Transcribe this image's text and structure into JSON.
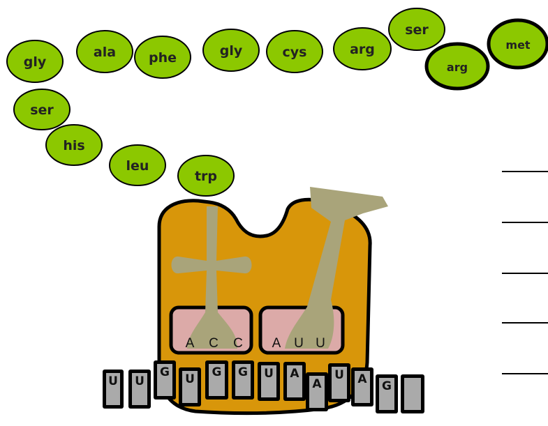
{
  "colors": {
    "amino_acid_fill": "#8cc800",
    "outline": "#000000",
    "ribosome": "#d8960a",
    "trna": "#a9a47a",
    "site": "#dcaaa8",
    "codon_box": "#aaaaaa"
  },
  "amino_acids": [
    {
      "label": "gly"
    },
    {
      "label": "ala"
    },
    {
      "label": "phe"
    },
    {
      "label": "gly"
    },
    {
      "label": "cys"
    },
    {
      "label": "arg"
    },
    {
      "label": "ser"
    },
    {
      "label": "arg"
    },
    {
      "label": "met"
    },
    {
      "label": "ser"
    },
    {
      "label": "his"
    },
    {
      "label": "leu"
    },
    {
      "label": "trp"
    }
  ],
  "trna_left": {
    "anticodon": [
      "A",
      "C",
      "C"
    ]
  },
  "trna_right": {
    "anticodon": [
      "A",
      "U",
      "U"
    ]
  },
  "mrna": [
    "U",
    "U",
    "G",
    "U",
    "G",
    "G",
    "U",
    "A",
    "A",
    "U",
    "A",
    "G",
    ""
  ],
  "answer_lines": [
    {
      "text": ""
    },
    {
      "text": ""
    },
    {
      "text": ""
    },
    {
      "text": ""
    },
    {
      "text": ""
    }
  ]
}
